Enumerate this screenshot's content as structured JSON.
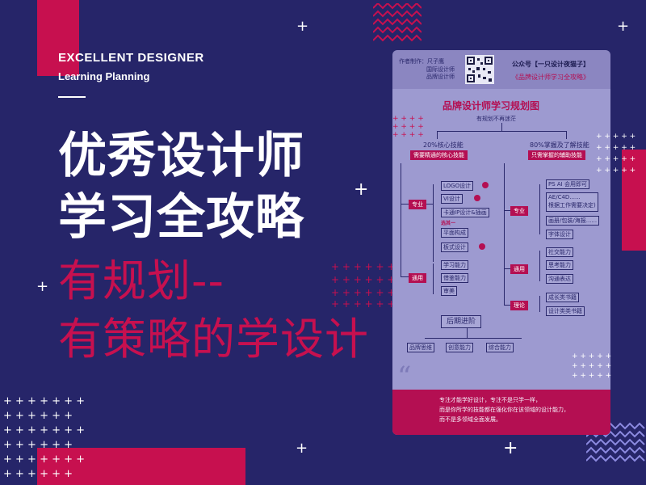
{
  "header": {
    "line1": "EXCELLENT DESIGNER",
    "line2": "Learning Planning"
  },
  "hero": {
    "l1": "优秀设计师",
    "l2": "学习全攻略",
    "l3": "有规划--",
    "l4": "有策略的学设计"
  },
  "card": {
    "credit_label": "作者制作：",
    "credit_name": "尺子鹰",
    "credit_sub1": "国际设计师",
    "credit_sub2": "品牌设计师",
    "account_label": "公众号【一只设计夜猫子】",
    "account_title": "《品牌设计师学习全攻略》",
    "title": "品牌设计师学习规划图",
    "subtitle": "有规划不再迷茫",
    "left_heading": "20%核心技能",
    "left_tag": "需要精通的核心技能",
    "right_heading": "80%掌握及了解技能",
    "right_tag": "只需掌握的辅助技能",
    "prof_left": "专业",
    "prof_right": "专业",
    "general_left": "通用",
    "general_right": "通用",
    "theory": "理论",
    "left_items": [
      "LOGO设计",
      "VI设计",
      "卡通IP设计&插画",
      "平面构成",
      "板式设计"
    ],
    "choose_one": "选其一",
    "general_items_left": [
      "学习能力",
      "借鉴能力",
      "审美"
    ],
    "right_items": [
      "PS AI 会用即可",
      "AE/C4D......",
      "根据工作需要决定)",
      "画册/包装/海报......",
      "字体设计"
    ],
    "general_items_right": [
      "社交能力",
      "思考能力",
      "沟通表达"
    ],
    "theory_items": [
      "成长类书籍",
      "设计类类书籍"
    ],
    "later_title": "后期进阶",
    "later_items": [
      "品牌思维",
      "创意能力",
      "综合能力"
    ],
    "footer_l1": "专注才能学好设计，专注不是只学一样，",
    "footer_l2": "而是你所学的技能都在强化你在该领域的设计能力，",
    "footer_l3": "而不是多领域全面发展。"
  },
  "colors": {
    "background": "#262569",
    "accent": "#c7104f",
    "card": "#8b86c1",
    "text": "#ffffff"
  }
}
